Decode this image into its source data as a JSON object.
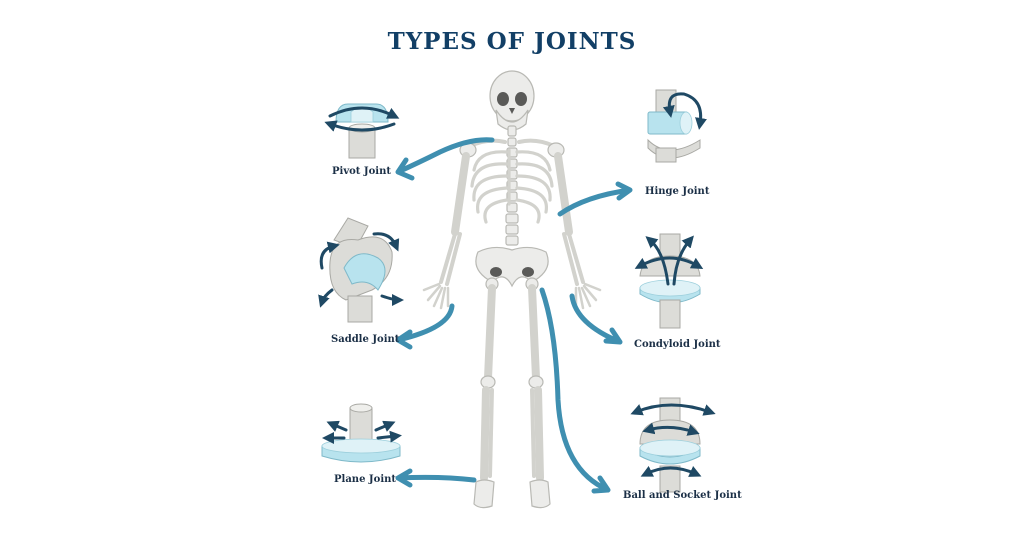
{
  "title": "TYPES OF JOINTS",
  "colors": {
    "title": "#123f66",
    "label": "#1b2f46",
    "arrow": "#3f8fb0",
    "curl_arrow": "#1f4964",
    "bone_fill": "#ececea",
    "bone_stroke": "#b9b9b4",
    "bone_shade": "#d2d2cd",
    "joint_fill": "#b8e3ee",
    "joint_light": "#dff2f7"
  },
  "joints": {
    "pivot": "Pivot Joint",
    "saddle": "Saddle Joint",
    "plane": "Plane Joint",
    "hinge": "Hinge Joint",
    "condyloid": "Condyloid Joint",
    "ball": "Ball and Socket Joint"
  }
}
